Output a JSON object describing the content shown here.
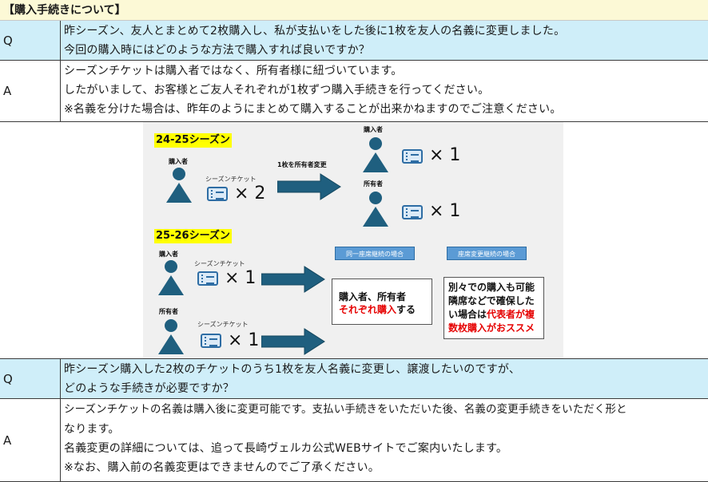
{
  "title": "【購入手続きについて】",
  "faq1": {
    "q_label": "Q",
    "q_lines": [
      "昨シーズン、友人とまとめて2枚購入し、私が支払いをした後に1枚を友人の名義に変更しました。",
      "今回の購入時にはどのような方法で購入すれば良いですか？"
    ],
    "a_label": "A",
    "a_lines": [
      "シーズンチケットは購入者ではなく、所有者様に紐づいています。",
      "したがいまして、お客様とご友人それぞれが1枚ずつ購入手続きを行ってください。",
      "※名義を分けた場合は、昨年のようにまとめて購入することが出来かねますのでご注意ください。"
    ]
  },
  "diagram": {
    "season1": "24-25シーズン",
    "season2": "25-26シーズン",
    "buyer": "購入者",
    "owner": "所有者",
    "ticket_label": "シーズンチケット",
    "transfer_label": "1枚を所有者変更",
    "x2": "× 2",
    "x1": "× 1",
    "tag_same_seat": "同一座席継続の場合",
    "tag_change_seat": "座席変更継続の場合",
    "box1_line1": "購入者、所有者",
    "box1_red": "それぞれ購入",
    "box1_tail": "する",
    "box2_line1": "別々での購入も可能",
    "box2_line2": "隣席などで確保した",
    "box2_line3a": "い場合は",
    "box2_line3b": "代表者が複",
    "box2_line4": "数枚購入がおススメ",
    "colors": {
      "person": "#1f5f7f",
      "arrow": "#1f5f7f",
      "highlight": "#ffff00",
      "tag": "#5b9bd5",
      "red": "#e60000"
    }
  },
  "faq2": {
    "q_label": "Q",
    "q_lines": [
      "昨シーズン購入した2枚のチケットのうち1枚を友人名義に変更し、譲渡したいのですが、",
      "どのような手続きが必要ですか？"
    ],
    "a_label": "A",
    "a_lines": [
      "シーズンチケットの名義は購入後に変更可能です。支払い手続きをいただいた後、名義の変更手続きをいただく形と",
      "なります。",
      "名義変更の詳細については、追って長崎ヴェルカ公式WEBサイトでご案内いたします。",
      "※なお、購入前の名義変更はできませんのでご了承ください。"
    ]
  }
}
